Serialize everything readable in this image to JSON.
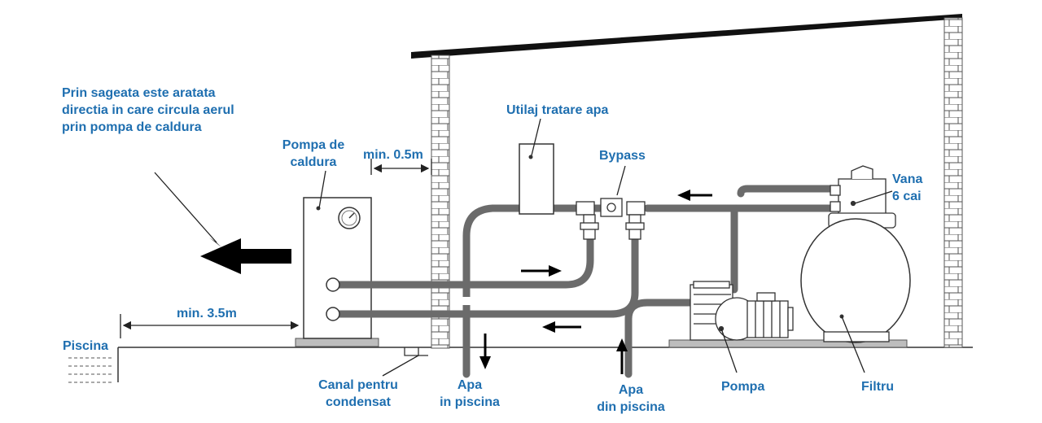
{
  "labels": {
    "note": "Prin sageata este aratata directia in care circula aerul prin pompa de caldura",
    "heat_pump": [
      "Pompa de",
      "caldura"
    ],
    "min_05": "min. 0.5m",
    "min_35": "min. 3.5m",
    "piscina": "Piscina",
    "water_treatment": "Utilaj tratare apa",
    "bypass": "Bypass",
    "six_way_valve": [
      "Vana",
      "6 cai"
    ],
    "condensate": [
      "Canal pentru",
      "condensat"
    ],
    "water_to_pool": [
      "Apa",
      "in piscina"
    ],
    "water_from_pool": [
      "Apa",
      "din piscina"
    ],
    "pump": "Pompa",
    "filter": "Filtru"
  },
  "colors": {
    "label": "#1f6fb0",
    "pipe": "#6b6b6b",
    "line": "#222222",
    "arrow": "#000000"
  }
}
